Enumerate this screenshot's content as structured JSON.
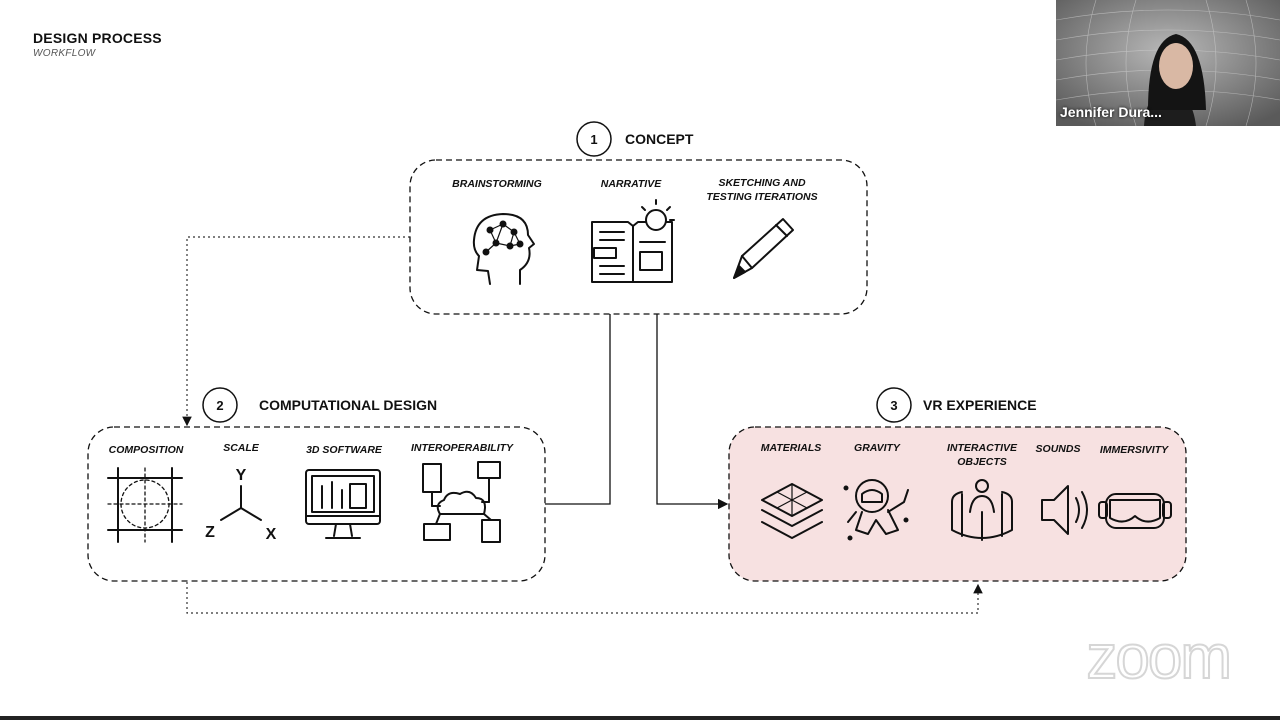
{
  "header": {
    "title": "DESIGN PROCESS",
    "subtitle": "WORKFLOW"
  },
  "stages": [
    {
      "number": "1",
      "title": "CONCEPT",
      "items": [
        {
          "label": [
            "BRAINSTORMING"
          ],
          "icon": "brain-network-icon"
        },
        {
          "label": [
            "NARRATIVE"
          ],
          "icon": "book-lightbulb-icon"
        },
        {
          "label": [
            "SKETCHING AND",
            "TESTING ITERATIONS"
          ],
          "icon": "pencil-icon"
        }
      ]
    },
    {
      "number": "2",
      "title": "COMPUTATIONAL DESIGN",
      "items": [
        {
          "label": [
            "COMPOSITION"
          ],
          "icon": "grid-circle-icon"
        },
        {
          "label": [
            "SCALE"
          ],
          "icon": "xyz-axes-icon"
        },
        {
          "label": [
            "3D SOFTWARE"
          ],
          "icon": "monitor-tools-icon"
        },
        {
          "label": [
            "INTEROPERABILITY"
          ],
          "icon": "cloud-network-icon"
        }
      ]
    },
    {
      "number": "3",
      "title": "VR EXPERIENCE",
      "items": [
        {
          "label": [
            "MATERIALS"
          ],
          "icon": "layered-grid-icon"
        },
        {
          "label": [
            "GRAVITY"
          ],
          "icon": "astronaut-icon"
        },
        {
          "label": [
            "INTERACTIVE",
            "OBJECTS"
          ],
          "icon": "vr-user-icon"
        },
        {
          "label": [
            "SOUNDS"
          ],
          "icon": "speaker-icon"
        },
        {
          "label": [
            "IMMERSIVITY"
          ],
          "icon": "vr-headset-icon"
        }
      ]
    }
  ],
  "axis_letters": {
    "y": "Y",
    "z": "Z",
    "x": "X"
  },
  "video": {
    "participant_name": "Jennifer Dura..."
  },
  "branding": {
    "logo_text": "zoom"
  },
  "colors": {
    "vr_box_fill": "#f7e1e1",
    "stroke": "#111111"
  }
}
